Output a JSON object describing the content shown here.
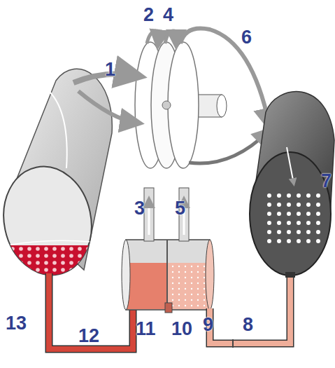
{
  "diagram": {
    "labels": [
      "2",
      "4",
      "6",
      "1",
      "7",
      "3",
      "5",
      "13",
      "12",
      "11",
      "10",
      "9",
      "8"
    ]
  }
}
